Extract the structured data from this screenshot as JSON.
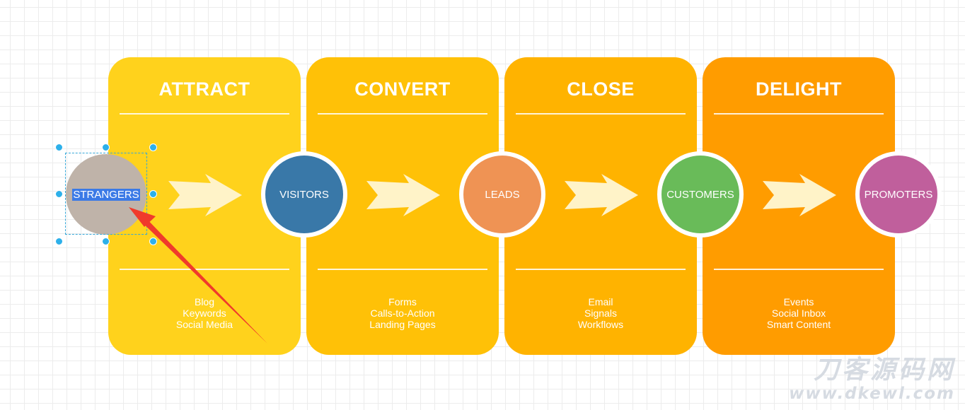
{
  "stages": [
    {
      "title": "ATTRACT",
      "items": [
        "Blog",
        "Keywords",
        "Social Media"
      ],
      "color": "#FFD21C"
    },
    {
      "title": "CONVERT",
      "items": [
        "Forms",
        "Calls-to-Action",
        "Landing Pages"
      ],
      "color": "#FFC107"
    },
    {
      "title": "CLOSE",
      "items": [
        "Email",
        "Signals",
        "Workflows"
      ],
      "color": "#FFB300"
    },
    {
      "title": "DELIGHT",
      "items": [
        "Events",
        "Social Inbox",
        "Smart Content"
      ],
      "color": "#FF9C00"
    }
  ],
  "nodes": [
    {
      "label": "STRANGERS",
      "color": "#BFB3A9"
    },
    {
      "label": "VISITORS",
      "color": "#3978A8"
    },
    {
      "label": "LEADS",
      "color": "#EF9354"
    },
    {
      "label": "CUSTOMERS",
      "color": "#69BB59"
    },
    {
      "label": "PROMOTERS",
      "color": "#C05F9C"
    }
  ],
  "arrow_color": "#FFF3C8",
  "pointer_color": "#F03A2B",
  "selection_color": "#2DB0EA",
  "watermark": {
    "line1": "刀客源码网",
    "line2": "www.dkewl.com"
  }
}
